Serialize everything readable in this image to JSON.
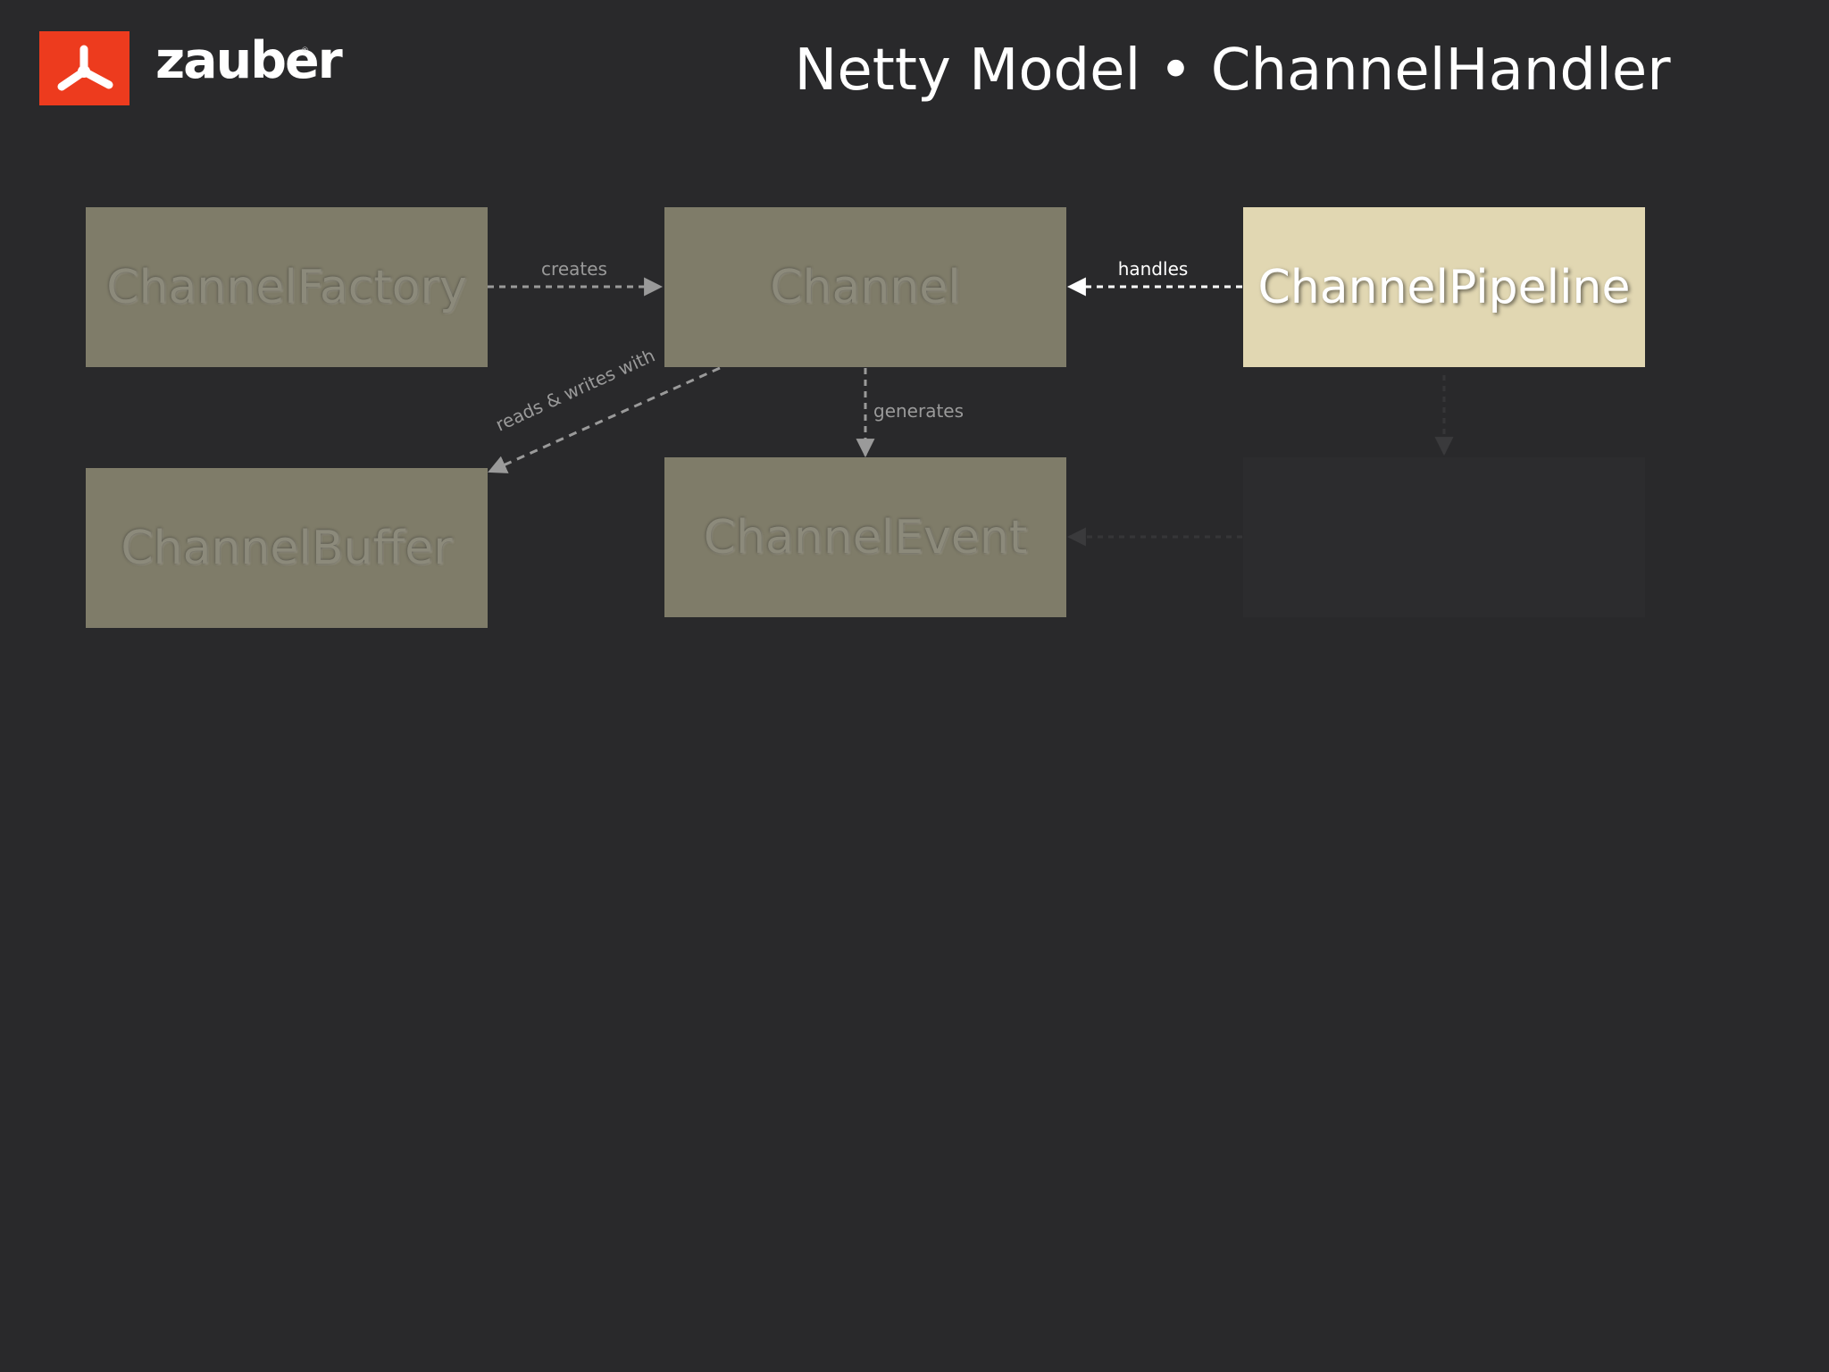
{
  "header": {
    "logo_text": "zauber",
    "logo_tm": "®",
    "title": "Netty Model • ChannelHandler"
  },
  "diagram": {
    "nodes": {
      "channel_factory": "ChannelFactory",
      "channel": "Channel",
      "channel_pipeline": "ChannelPipeline",
      "channel_buffer": "ChannelBuffer",
      "channel_event": "ChannelEvent"
    },
    "edges": {
      "creates": "creates",
      "handles": "handles",
      "reads_writes": "reads & writes with",
      "generates": "generates"
    }
  },
  "colors": {
    "background": "#29292b",
    "logo_red": "#ed3b1e",
    "node_dim": "#7f7c69",
    "node_active": "#e1d7b2"
  }
}
